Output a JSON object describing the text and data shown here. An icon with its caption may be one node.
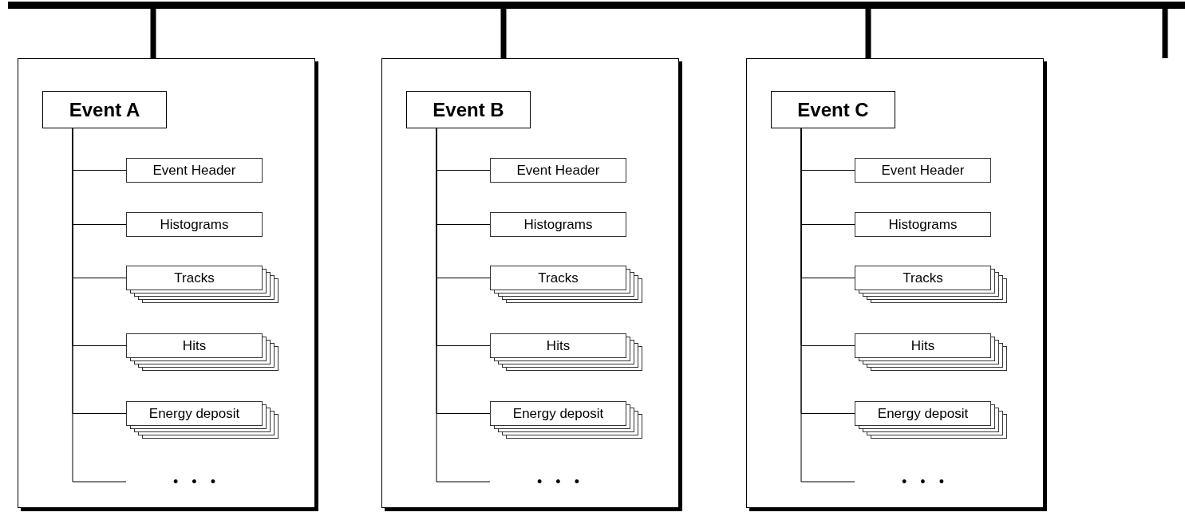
{
  "diagram": {
    "nodes": [
      {
        "text": [],
        "shape": "bar"
      },
      {
        "text": [],
        "shape": "box"
      },
      {
        "text": [
          "Event A"
        ],
        "in": 1
      },
      {
        "text": [
          "Event Header"
        ],
        "in": 1
      },
      {
        "text": [
          "Histograms"
        ],
        "in": 1
      },
      {
        "text": [
          "Tracks"
        ],
        "in": 1
      },
      {
        "text": [
          "Hits"
        ],
        "in": 1
      },
      {
        "text": [
          "Energy deposit"
        ],
        "in": 1
      },
      {
        "text": [
          "• • •"
        ],
        "in": 1
      },
      {
        "text": [],
        "shape": "box"
      },
      {
        "text": [
          "Event B"
        ],
        "in": 9
      },
      {
        "text": [
          "Event Header"
        ],
        "in": 9
      },
      {
        "text": [
          "Histograms"
        ],
        "in": 9
      },
      {
        "text": [
          "Tracks"
        ],
        "in": 9
      },
      {
        "text": [
          "Hits"
        ],
        "in": 9
      },
      {
        "text": [
          "Energy deposit"
        ],
        "in": 9
      },
      {
        "text": [
          "• • •"
        ],
        "in": 9
      },
      {
        "text": [],
        "shape": "box"
      },
      {
        "text": [
          "Event C"
        ],
        "in": 17
      },
      {
        "text": [
          "Event Header"
        ],
        "in": 17
      },
      {
        "text": [
          "Histograms"
        ],
        "in": 17
      },
      {
        "text": [
          "Tracks"
        ],
        "in": 17
      },
      {
        "text": [
          "Hits"
        ],
        "in": 17
      },
      {
        "text": [
          "Energy deposit"
        ],
        "in": 17
      },
      {
        "text": [
          "• • •"
        ],
        "in": 17
      }
    ],
    "edges": [
      {
        "from": 0,
        "to": 1,
        "arrow": "none",
        "style": "thick"
      },
      {
        "from": 0,
        "to": 9,
        "arrow": "none",
        "style": "thick"
      },
      {
        "from": 0,
        "to": 17,
        "arrow": "none",
        "style": "thick"
      },
      {
        "from": 0,
        "to": null,
        "arrow": "none",
        "style": "thick"
      },
      {
        "from": 2,
        "to": 3,
        "arrow": "none"
      },
      {
        "from": 2,
        "to": 4,
        "arrow": "none"
      },
      {
        "from": 2,
        "to": 5,
        "arrow": "none"
      },
      {
        "from": 2,
        "to": 6,
        "arrow": "none"
      },
      {
        "from": 2,
        "to": 7,
        "arrow": "none"
      },
      {
        "from": 2,
        "to": 8,
        "arrow": "none"
      },
      {
        "from": 10,
        "to": 11,
        "arrow": "none"
      },
      {
        "from": 10,
        "to": 12,
        "arrow": "none"
      },
      {
        "from": 10,
        "to": 13,
        "arrow": "none"
      },
      {
        "from": 10,
        "to": 14,
        "arrow": "none"
      },
      {
        "from": 10,
        "to": 15,
        "arrow": "none"
      },
      {
        "from": 10,
        "to": 16,
        "arrow": "none"
      },
      {
        "from": 18,
        "to": 19,
        "arrow": "none"
      },
      {
        "from": 18,
        "to": 20,
        "arrow": "none"
      },
      {
        "from": 18,
        "to": 21,
        "arrow": "none"
      },
      {
        "from": 18,
        "to": 22,
        "arrow": "none"
      },
      {
        "from": 18,
        "to": 23,
        "arrow": "none"
      },
      {
        "from": 18,
        "to": 24,
        "arrow": "none"
      }
    ]
  }
}
